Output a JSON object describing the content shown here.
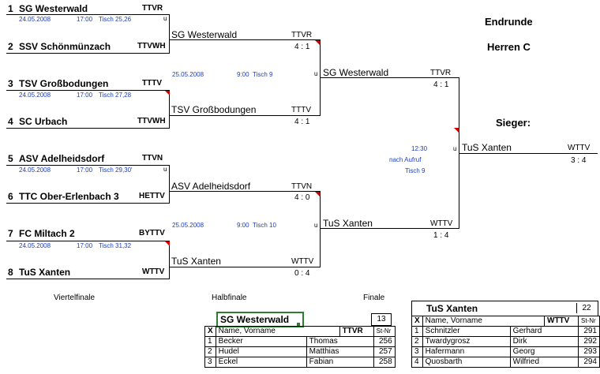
{
  "bracket": {
    "qf": [
      {
        "seed": "1",
        "name": "SG Westerwald",
        "tv": "TTVR"
      },
      {
        "seed": "2",
        "name": "SSV Schönmünzach",
        "tv": "TTVWH"
      },
      {
        "seed": "3",
        "name": "TSV Großbodungen",
        "tv": "TTTV"
      },
      {
        "seed": "4",
        "name": "SC Urbach",
        "tv": "TTVWH"
      },
      {
        "seed": "5",
        "name": "ASV Adelheidsdorf",
        "tv": "TTVN"
      },
      {
        "seed": "6",
        "name": "TTC Ober-Erlenbach 3",
        "tv": "HETTV"
      },
      {
        "seed": "7",
        "name": "FC Miltach 2",
        "tv": "BYTTV"
      },
      {
        "seed": "8",
        "name": "TuS Xanten",
        "tv": "WTTV"
      }
    ],
    "qf_sched": [
      {
        "date": "24.05.2008",
        "time": "17:00",
        "table": "Tisch 25,26"
      },
      {
        "date": "24.05.2008",
        "time": "17:00",
        "table": "Tisch 27,28"
      },
      {
        "date": "24.05.2008",
        "time": "17:00",
        "table": "Tisch 29,30'"
      },
      {
        "date": "24.05.2008",
        "time": "17:00",
        "table": "Tisch 31,32"
      }
    ],
    "sf": [
      {
        "name": "SG Westerwald",
        "tv": "TTVR",
        "score": "4 : 1"
      },
      {
        "name": "TSV Großbodungen",
        "tv": "TTTV",
        "score": "4 : 1"
      },
      {
        "name": "ASV Adelheidsdorf",
        "tv": "TTVN",
        "score": "4 : 0"
      },
      {
        "name": "TuS Xanten",
        "tv": "WTTV",
        "score": "0 : 4"
      }
    ],
    "sf_sched": [
      {
        "date": "25.05.2008",
        "time": "9:00",
        "table": "Tisch 9"
      },
      {
        "date": "25.05.2008",
        "time": "9:00",
        "table": "Tisch 10"
      }
    ],
    "f": [
      {
        "name": "SG Westerwald",
        "tv": "TTVR",
        "score": "4 : 1"
      },
      {
        "name": "TuS Xanten",
        "tv": "WTTV",
        "score": "1 : 4"
      }
    ],
    "f_sched": {
      "time": "12:30",
      "call": "nach Aufruf",
      "table": "Tisch 9"
    },
    "winner": {
      "label": "Sieger:",
      "name": "TuS Xanten",
      "tv": "WTTV",
      "score": "3 : 4"
    },
    "u_mark": "u"
  },
  "header": {
    "line1": "Endrunde",
    "line2": "Herren C"
  },
  "rounds": {
    "qf": "Viertelfinale",
    "sf": "Halbfinale",
    "f": "Finale"
  },
  "lineup_left": {
    "team": "SG Westerwald",
    "count": "13",
    "x": "X",
    "name_header": "Name, Vorname",
    "tv": "TTVR",
    "st_header": "St-Nr",
    "players": [
      {
        "n": "1",
        "last": "Becker",
        "first": "Thomas",
        "st": "256"
      },
      {
        "n": "2",
        "last": "Hudel",
        "first": "Matthias",
        "st": "257"
      },
      {
        "n": "3",
        "last": "Eckel",
        "first": "Fabian",
        "st": "258"
      }
    ]
  },
  "lineup_right": {
    "team": "TuS Xanten",
    "count": "22",
    "x": "X",
    "name_header": "Name, Vorname",
    "tv": "WTTV",
    "st_header": "St-Nr",
    "players": [
      {
        "n": "1",
        "last": "Schnitzler",
        "first": "Gerhard",
        "st": "291"
      },
      {
        "n": "2",
        "last": "Twardygrosz",
        "first": "Dirk",
        "st": "292"
      },
      {
        "n": "3",
        "last": "Hafermann",
        "first": "Georg",
        "st": "293"
      },
      {
        "n": "4",
        "last": "Quosbarth",
        "first": "Wilfried",
        "st": "294"
      }
    ]
  },
  "colors": {
    "schedule": "#1f3fb5",
    "marker": "#cc0000",
    "selection": "#2e7d32"
  }
}
